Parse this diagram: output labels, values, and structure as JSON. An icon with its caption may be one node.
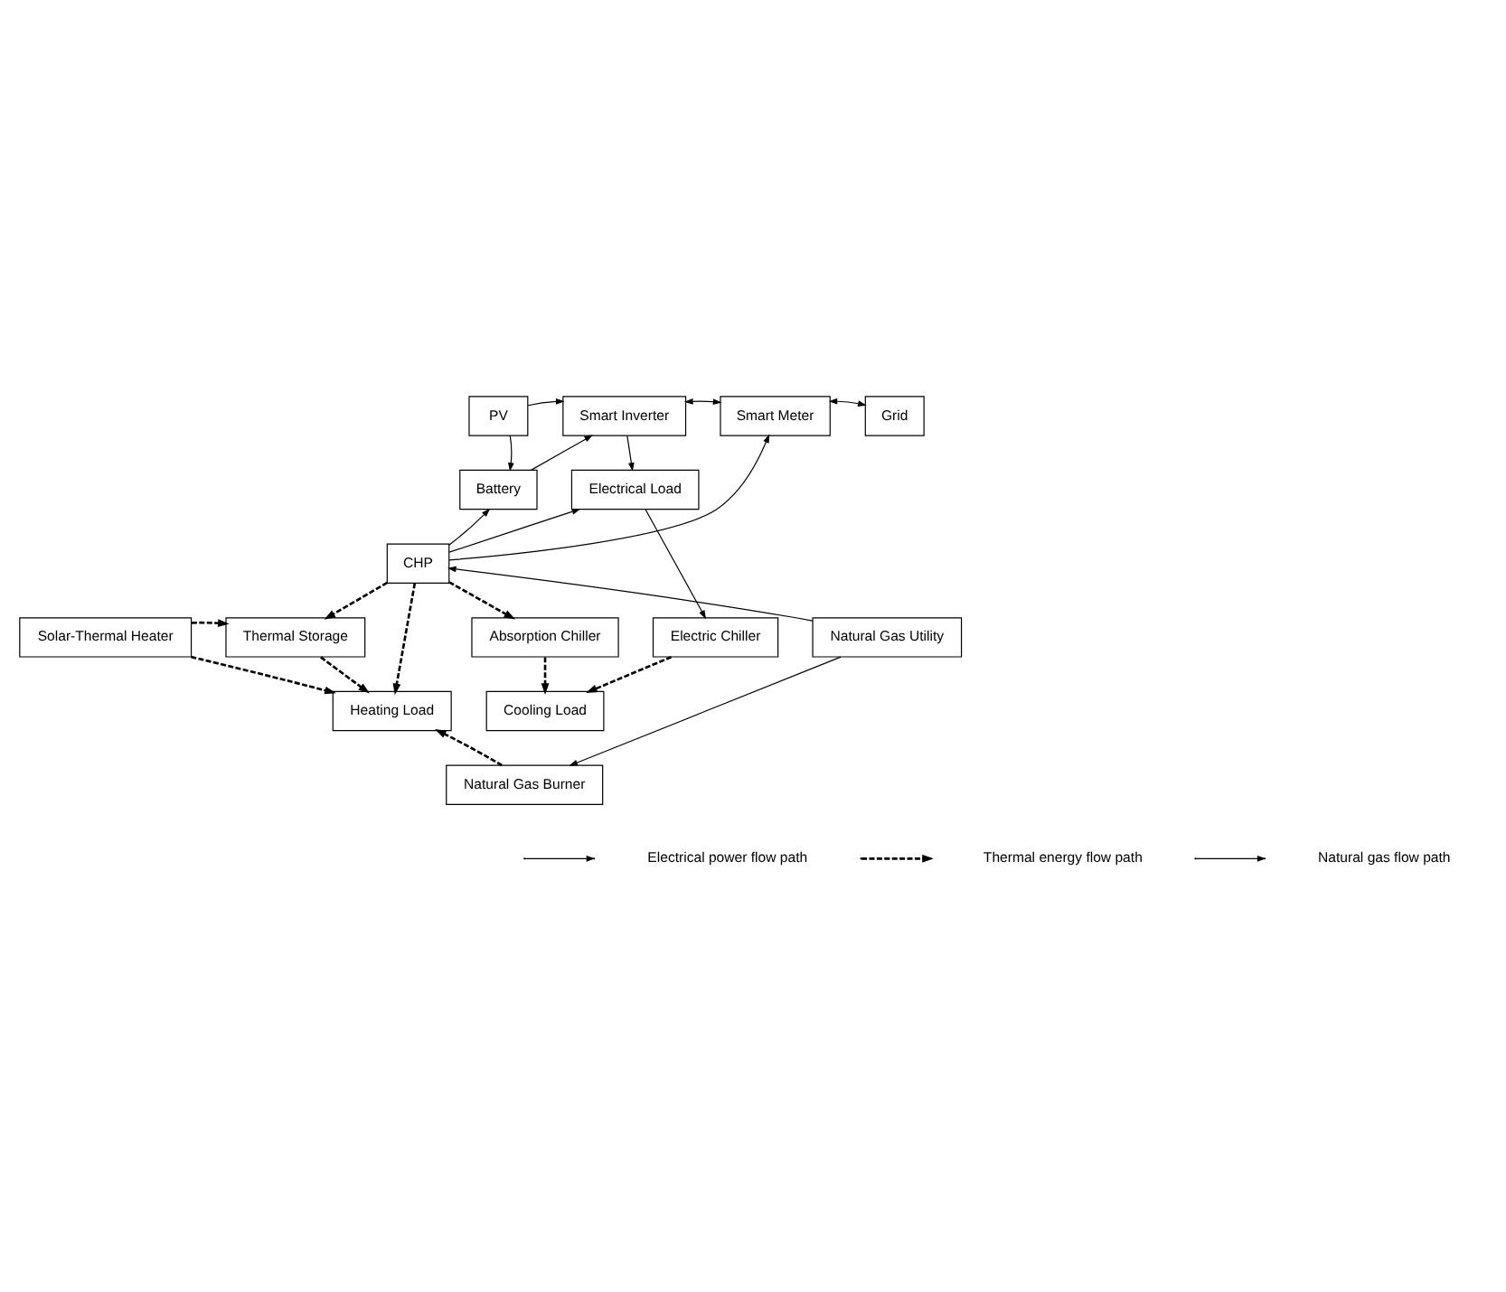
{
  "diagram": {
    "nodes": [
      {
        "text": [
          "PV"
        ]
      },
      {
        "text": [
          "Smart Inverter"
        ]
      },
      {
        "text": [
          "Smart Meter"
        ]
      },
      {
        "text": [
          "Grid"
        ]
      },
      {
        "text": [
          "Battery"
        ]
      },
      {
        "text": [
          "Electrical Load"
        ]
      },
      {
        "text": [
          "CHP"
        ]
      },
      {
        "text": [
          "Solar-Thermal Heater"
        ]
      },
      {
        "text": [
          "Thermal Storage"
        ]
      },
      {
        "text": [
          "Absorption Chiller"
        ]
      },
      {
        "text": [
          "Electric Chiller"
        ]
      },
      {
        "text": [
          "Natural Gas Utility"
        ]
      },
      {
        "text": [
          "Heating Load"
        ]
      },
      {
        "text": [
          "Cooling Load"
        ]
      },
      {
        "text": [
          "Natural Gas Burner"
        ]
      }
    ],
    "edges": [
      {
        "from": 0,
        "to": 1,
        "arrow": "to"
      },
      {
        "from": 0,
        "to": 4,
        "arrow": "to"
      },
      {
        "from": 4,
        "to": 1,
        "arrow": "to"
      },
      {
        "from": 1,
        "to": 2,
        "arrow": "both"
      },
      {
        "from": 1,
        "to": 5,
        "arrow": "to"
      },
      {
        "from": 2,
        "to": 3,
        "arrow": "both"
      },
      {
        "from": 6,
        "to": 4,
        "arrow": "to"
      },
      {
        "from": 6,
        "to": 5,
        "arrow": "to"
      },
      {
        "from": 6,
        "to": 2,
        "arrow": "to"
      },
      {
        "from": 5,
        "to": 10,
        "arrow": "to"
      },
      {
        "from": 11,
        "to": 6,
        "arrow": "to"
      },
      {
        "from": 11,
        "to": 14,
        "arrow": "to"
      },
      {
        "from": 6,
        "to": 8,
        "arrow": "to",
        "style": "dashed"
      },
      {
        "from": 6,
        "to": 9,
        "arrow": "to",
        "style": "dashed"
      },
      {
        "from": 6,
        "to": 12,
        "arrow": "to",
        "style": "dashed"
      },
      {
        "from": 7,
        "to": 8,
        "arrow": "to",
        "style": "dashed"
      },
      {
        "from": 7,
        "to": 12,
        "arrow": "to",
        "style": "dashed"
      },
      {
        "from": 8,
        "to": 12,
        "arrow": "to",
        "style": "dashed"
      },
      {
        "from": 9,
        "to": 13,
        "arrow": "to",
        "style": "dashed"
      },
      {
        "from": 10,
        "to": 13,
        "arrow": "to",
        "style": "dashed"
      },
      {
        "from": 14,
        "to": 12,
        "arrow": "to",
        "style": "dashed"
      }
    ],
    "legend": [
      {
        "text": "Electrical power flow path"
      },
      {
        "text": "Thermal energy flow path"
      },
      {
        "text": "Natural gas flow path"
      }
    ]
  }
}
